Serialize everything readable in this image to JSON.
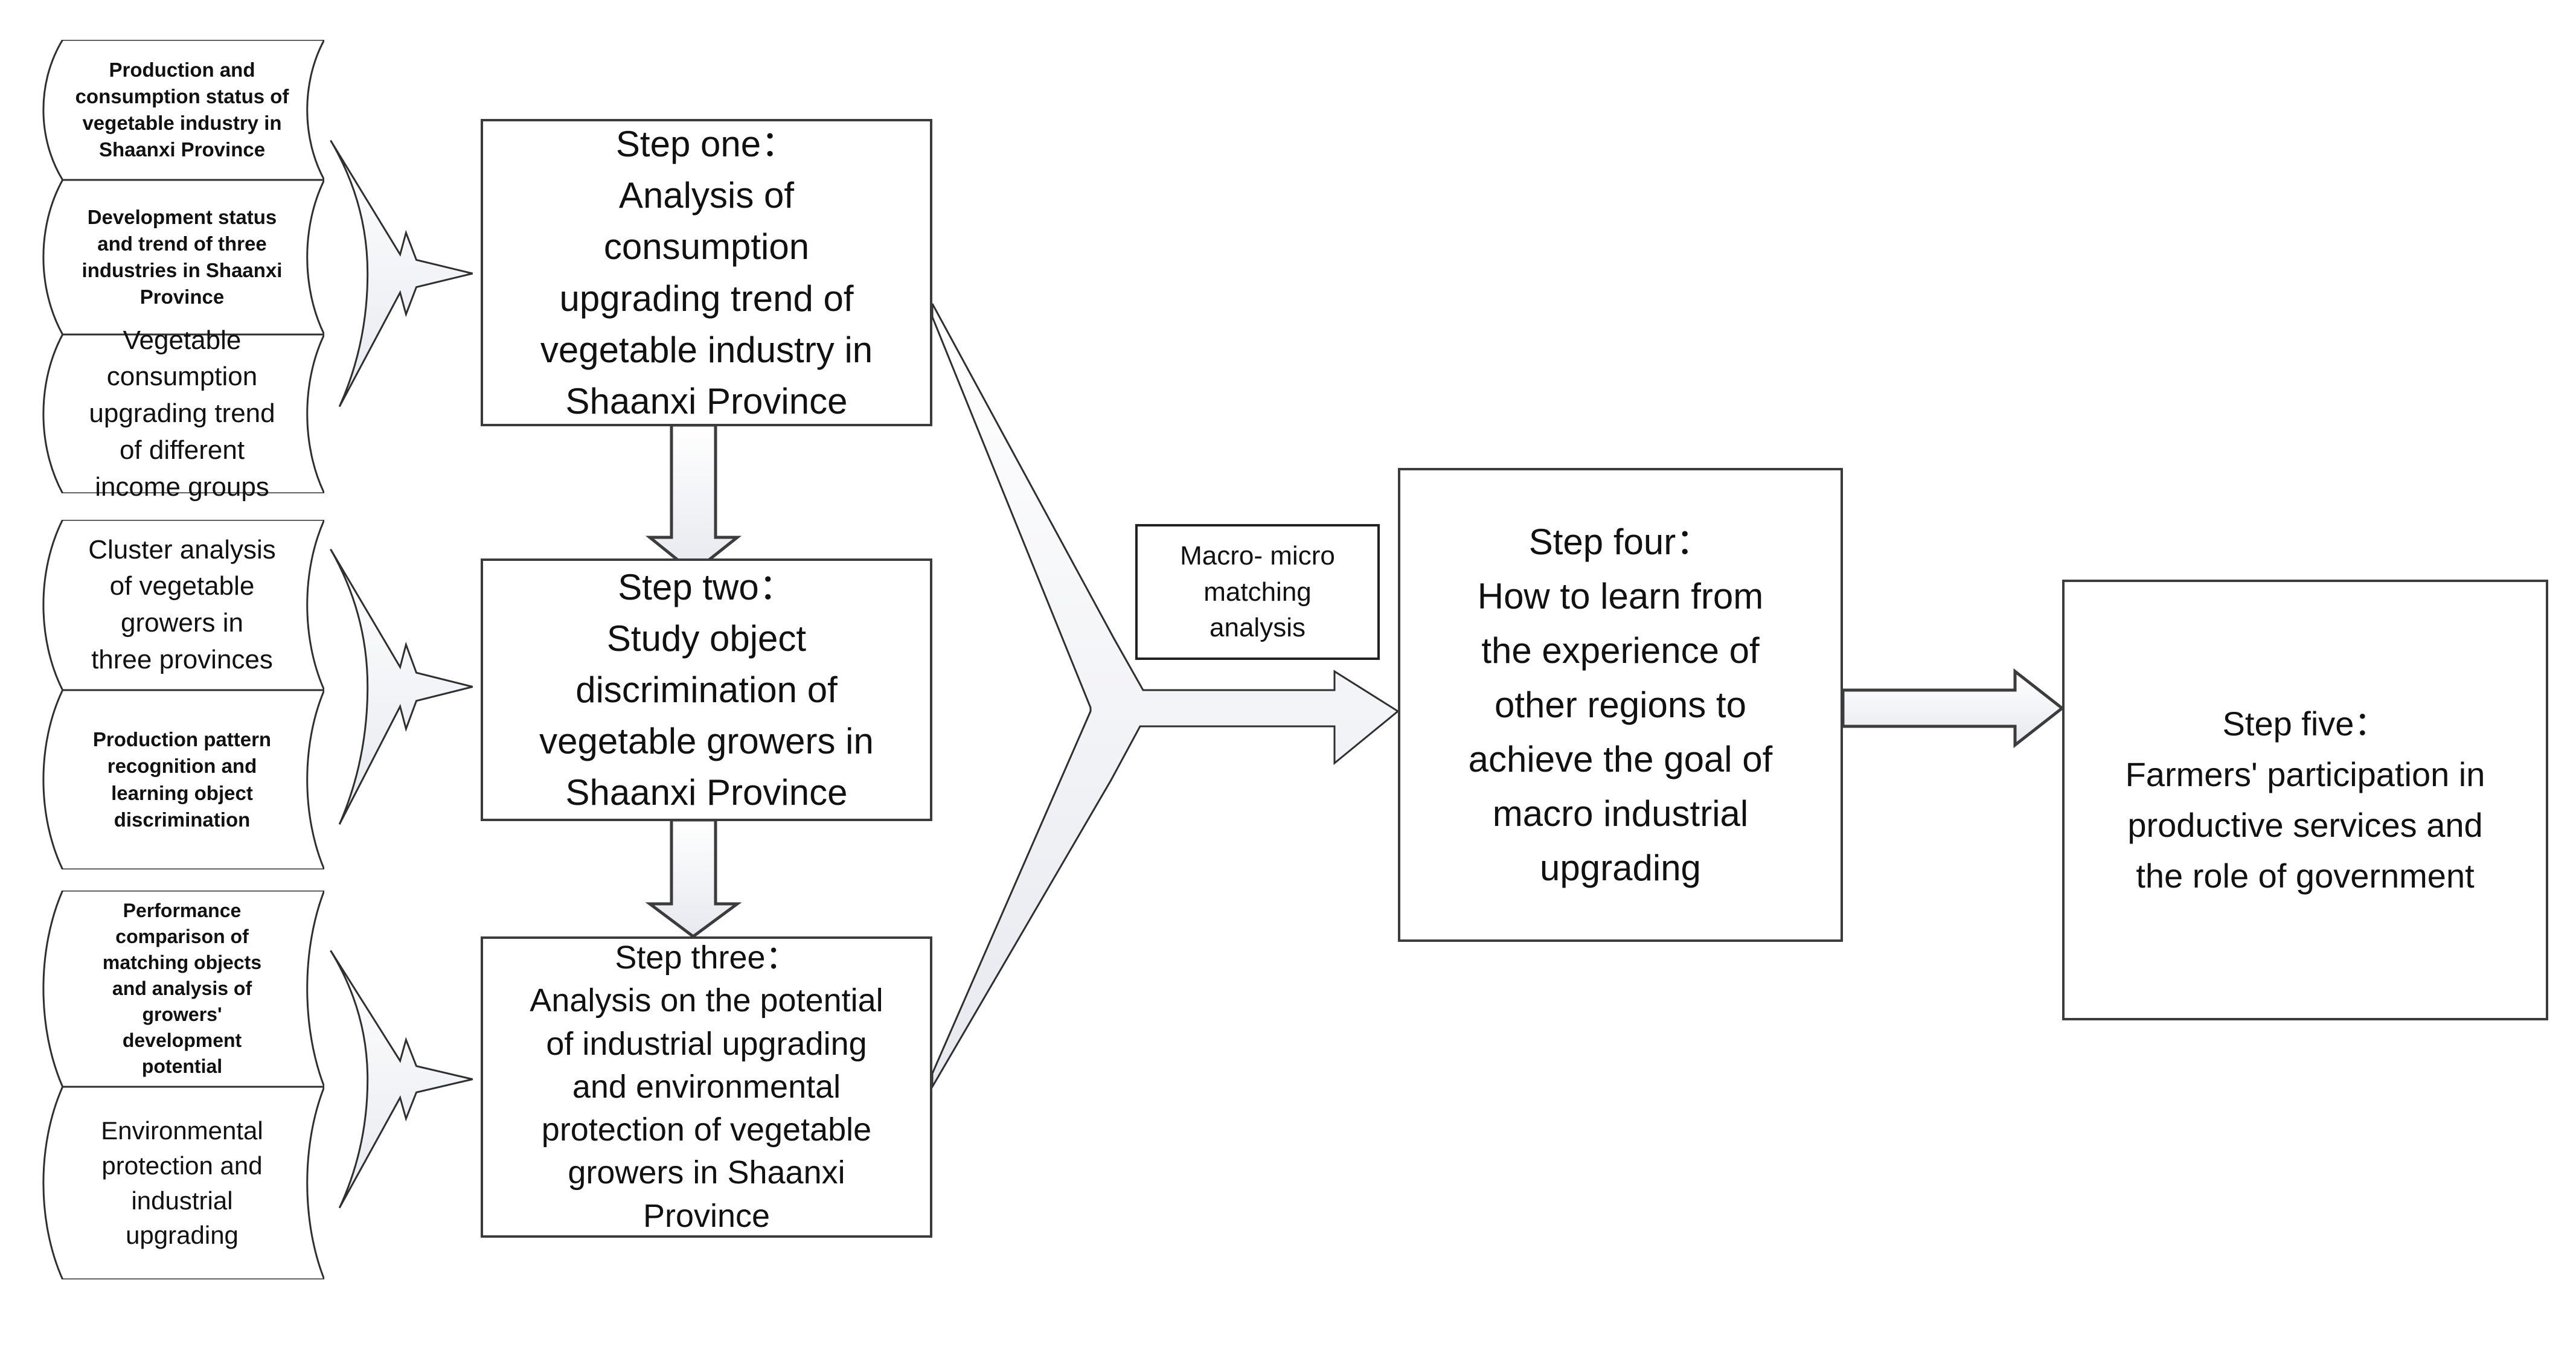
{
  "diagram": {
    "type": "research-roadmap-flowchart",
    "background": "#ffffff",
    "colors": {
      "text": "#111111",
      "box_border": "#3c3c3c",
      "shape_stroke": "#2f2f2f",
      "arrow_fill_top": "#ffffff",
      "arrow_fill_bottom": "#e7e9ef"
    }
  },
  "flags": [
    {
      "label": "Production and\nconsumption status of\nvegetable industry in\nShaanxi Province"
    },
    {
      "label": "Development status\nand trend of three\nindustries in Shaanxi\nProvince"
    },
    {
      "label": "Vegetable\nconsumption\nupgrading trend\nof different\nincome groups"
    },
    {
      "label": "Cluster analysis\nof vegetable\ngrowers in\nthree provinces"
    },
    {
      "label": "Production pattern\nrecognition and\nlearning object\ndiscrimination"
    },
    {
      "label": "Performance\ncomparison of\nmatching objects\nand analysis of\ngrowers'\ndevelopment\npotential"
    },
    {
      "label": "Environmental\nprotection and\nindustrial\nupgrading"
    }
  ],
  "steps": [
    {
      "label": "Step one：\nAnalysis of\nconsumption\nupgrading trend of\nvegetable industry in\nShaanxi Province"
    },
    {
      "label": "Step two：\nStudy object\ndiscrimination of\nvegetable growers in\nShaanxi Province"
    },
    {
      "label": "Step three：\nAnalysis on the potential\nof industrial upgrading\nand environmental\nprotection of vegetable\ngrowers in Shaanxi\nProvince"
    },
    {
      "label": "Step four：\nHow to learn from\nthe experience of\nother regions to\nachieve the goal of\nmacro industrial\nupgrading"
    },
    {
      "label": "Step five：\nFarmers' participation in\nproductive services and\nthe role of government"
    }
  ],
  "macro_box": {
    "label": "Macro- micro\nmatching\nanalysis"
  }
}
